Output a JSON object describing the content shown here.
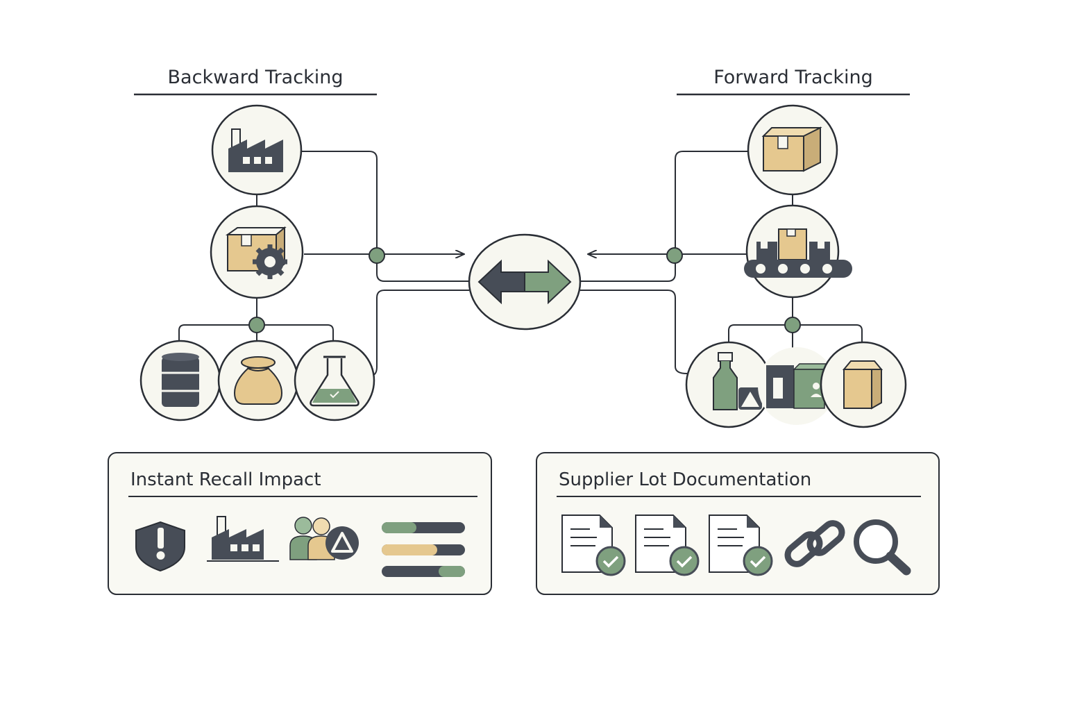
{
  "titles": {
    "backward": "Backward Tracking",
    "forward": "Forward Tracking"
  },
  "panels": {
    "recall": {
      "title": "Instant Recall Impact"
    },
    "supplier": {
      "title": "Supplier Lot Documentation"
    }
  },
  "nodes": {
    "backward": [
      "factory-icon",
      "package-processing-icon",
      "barrel-icon",
      "sack-icon",
      "flask-icon"
    ],
    "center": "bidirectional-arrow-icon",
    "forward": [
      "box-icon",
      "conveyor-icon",
      "bottle-icon",
      "retail-products-icon",
      "carton-icon"
    ]
  },
  "recall_icons": [
    "warning-shield-icon",
    "factory-icon",
    "consumers-alert-icon",
    "progress-bars-icon"
  ],
  "supplier_icons": [
    "document-check-icon",
    "document-check-icon",
    "document-check-icon",
    "chain-link-icon",
    "magnifier-icon"
  ],
  "colors": {
    "dark": "#474d57",
    "green": "#7fa07f",
    "tan": "#e5c88f",
    "node_fill": "#f7f7f0",
    "stroke": "#2a2e35"
  }
}
